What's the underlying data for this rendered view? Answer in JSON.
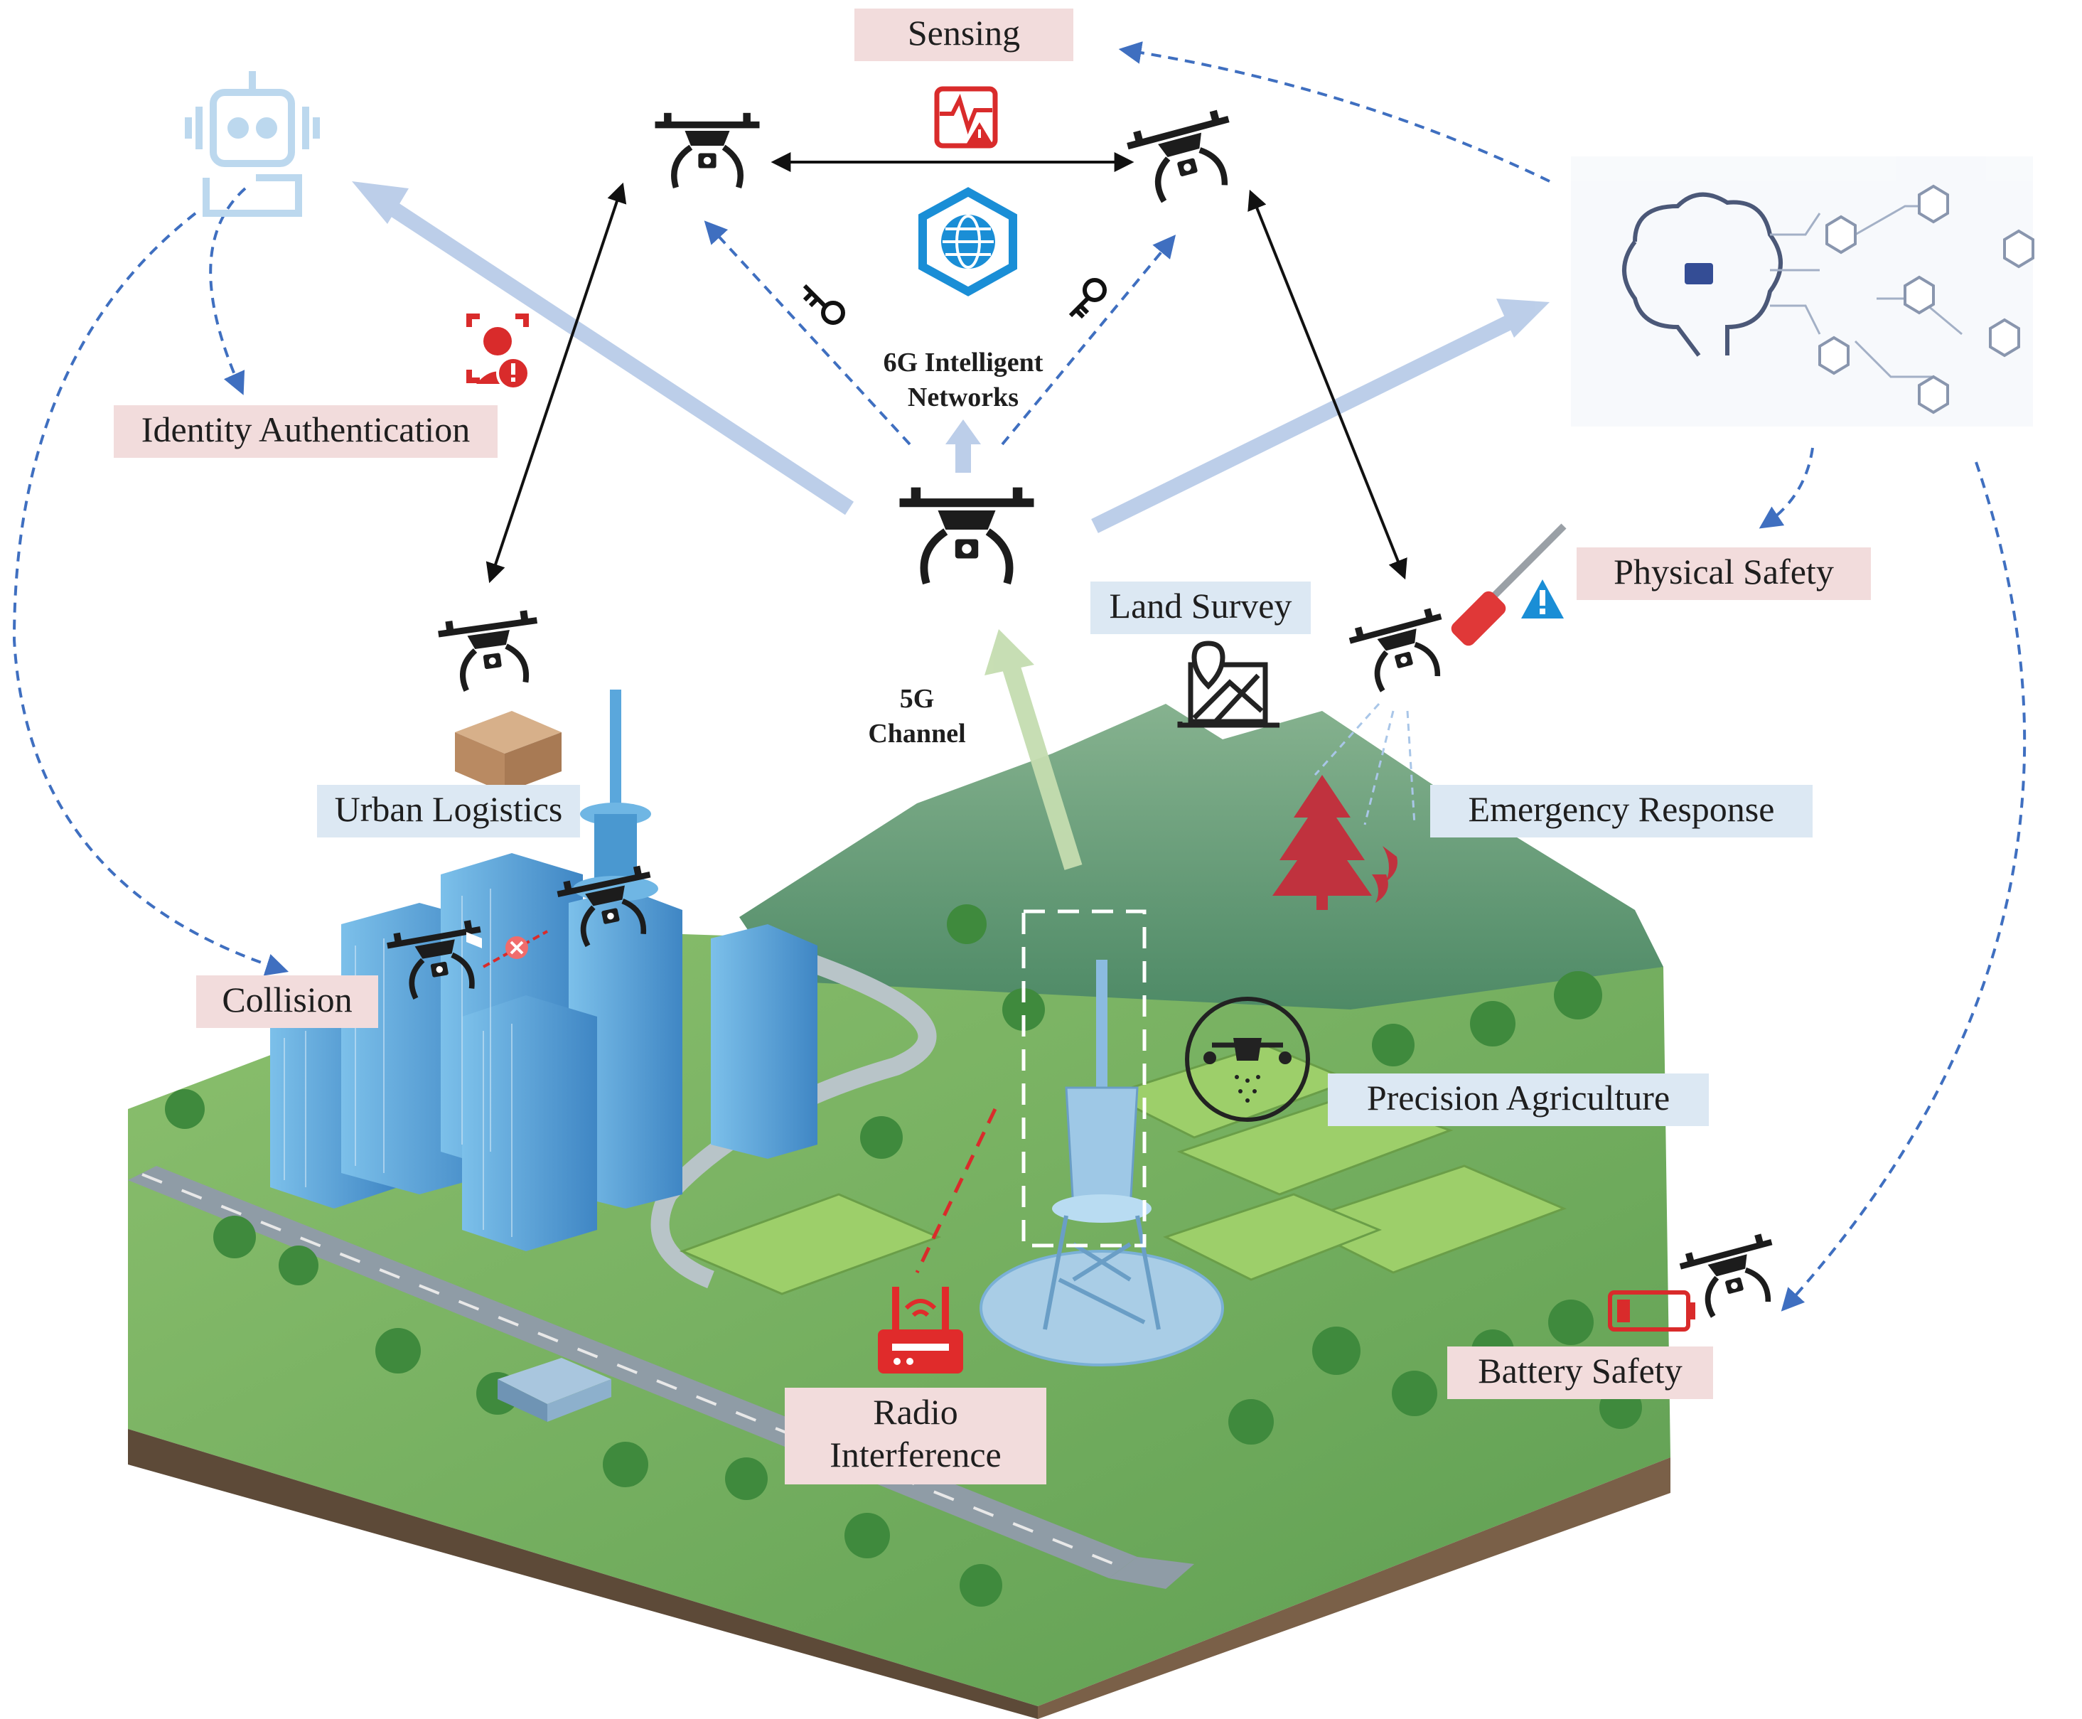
{
  "labels": {
    "sensing": "Sensing",
    "identity_authentication": "Identity Authentication",
    "physical_safety": "Physical Safety",
    "land_survey": "Land Survey",
    "urban_logistics": "Urban Logistics",
    "emergency_response": "Emergency Response",
    "collision": "Collision",
    "precision_agriculture": "Precision Agriculture",
    "battery_safety": "Battery Safety",
    "radio_interference_line1": "Radio",
    "radio_interference_line2": "Interference",
    "network_line1": "6G Intelligent",
    "network_line2": "Networks",
    "channel_line1": "5G",
    "channel_line2": "Channel"
  },
  "colors": {
    "threat_label_bg": "#f2dcdc",
    "application_label_bg": "#dce8f3",
    "dashed_arrow": "#3f6fc0",
    "wide_arrow": "#b9cce8",
    "channel_arrow": "#c5ddb0",
    "hazard_red": "#d92b2b",
    "drone_black": "#1c1c1c",
    "terrain_green": "#6fae5e",
    "mountain_green": "#5e9a7a",
    "building_blue": "#5aa7dc"
  },
  "icons": [
    "robot-icon",
    "face-id-warning-icon",
    "signal-warning-icon",
    "globe-network-icon",
    "key-icon",
    "ai-brain-icon",
    "screwdriver-icon",
    "warning-triangle-icon",
    "map-icon",
    "package-icon",
    "tree-fire-icon",
    "spray-drone-icon",
    "router-icon",
    "battery-low-icon",
    "drone-icon",
    "tower-icon"
  ]
}
